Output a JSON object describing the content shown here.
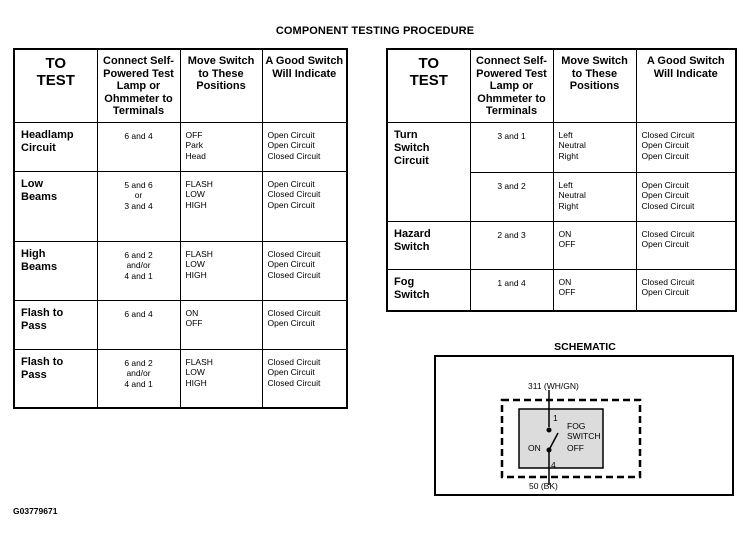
{
  "title": "COMPONENT TESTING PROCEDURE",
  "headers": {
    "to_test": [
      "TO",
      "TEST"
    ],
    "connect": [
      "Connect Self-",
      "Powered Test",
      "Lamp or",
      "Ohmmeter to",
      "Terminals"
    ],
    "move": [
      "Move Switch",
      "to These",
      "Positions"
    ],
    "good": [
      "A Good Switch",
      "Will Indicate"
    ]
  },
  "left_rows": [
    {
      "test": [
        "Headlamp",
        "Circuit"
      ],
      "terminals": [
        "6 and 4"
      ],
      "positions": [
        "OFF",
        "Park",
        "Head"
      ],
      "results": [
        "Open Circuit",
        "Open Circuit",
        "Closed Circuit"
      ]
    },
    {
      "test": [
        "Low",
        "Beams"
      ],
      "terminals": [
        "5 and 6",
        "or",
        "3 and 4"
      ],
      "positions": [
        "FLASH",
        "LOW",
        "HIGH"
      ],
      "results": [
        "Open Circuit",
        "Closed Circuit",
        "Open Circuit"
      ]
    },
    {
      "test": [
        "High",
        "Beams"
      ],
      "terminals": [
        "6 and 2",
        "and/or",
        "4 and 1"
      ],
      "positions": [
        "FLASH",
        "LOW",
        "HIGH"
      ],
      "results": [
        "Closed Circuit",
        "Open Circuit",
        "Closed Circuit"
      ]
    },
    {
      "test": [
        "Flash to",
        "Pass"
      ],
      "terminals": [
        "6 and 4"
      ],
      "positions": [
        "ON",
        "OFF"
      ],
      "results": [
        "Closed Circuit",
        "Open Circuit"
      ]
    },
    {
      "test": [
        "Flash to",
        "Pass"
      ],
      "terminals": [
        "6 and 2",
        "and/or",
        "4 and 1"
      ],
      "positions": [
        "FLASH",
        "LOW",
        "HIGH"
      ],
      "results": [
        "Closed Circuit",
        "Open Circuit",
        "Closed Circuit"
      ]
    }
  ],
  "right_rows": [
    {
      "test": [
        "Turn",
        "Switch",
        "Circuit"
      ],
      "terminals": [
        "3 and 1"
      ],
      "positions": [
        "Left",
        "Neutral",
        "Right"
      ],
      "results": [
        "Closed Circuit",
        "Open Circuit",
        "Open Circuit"
      ]
    },
    {
      "test": [],
      "terminals": [
        "3 and 2"
      ],
      "positions": [
        "Left",
        "Neutral",
        "Right"
      ],
      "results": [
        "Open Circuit",
        "Open Circuit",
        "Closed Circuit"
      ]
    },
    {
      "test": [
        "Hazard",
        "Switch"
      ],
      "terminals": [
        "2 and 3"
      ],
      "positions": [
        "ON",
        "OFF"
      ],
      "results": [
        "Closed Circuit",
        "Open Circuit"
      ]
    },
    {
      "test": [
        "Fog",
        "Switch"
      ],
      "terminals": [
        "1 and 4"
      ],
      "positions": [
        "ON",
        "OFF"
      ],
      "results": [
        "Closed Circuit",
        "Open Circuit"
      ]
    }
  ],
  "schematic": {
    "title": "SCHEMATIC",
    "wire_top": "311 (WH/GN)",
    "wire_bottom": "50 (BK)",
    "pin_top": "1",
    "pin_bottom": "4",
    "label_fog": "FOG",
    "label_switch": "SWITCH",
    "label_on": "ON",
    "label_off": "OFF"
  },
  "figure_code": "G03779671"
}
